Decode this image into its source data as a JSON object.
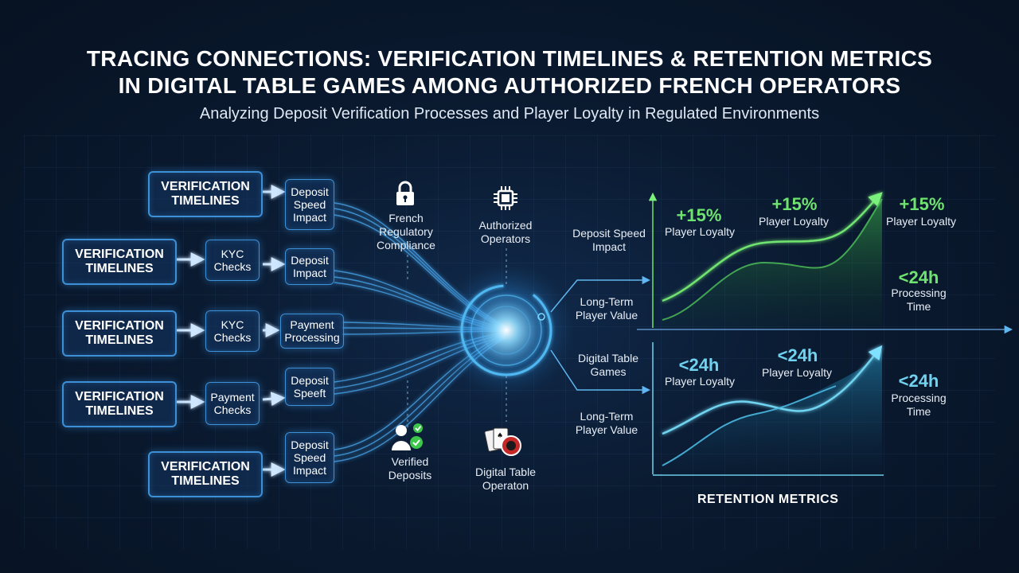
{
  "title_line1": "TRACING CONNECTIONS: VERIFICATION TIMELINES & RETENTION METRICS",
  "title_line2": "IN DIGITAL TABLE GAMES AMONG AUTHORIZED FRENCH OPERATORS",
  "subtitle": "Analyzing Deposit Verification Processes and Player Loyalty in Regulated Environments",
  "left_boxes": [
    "VERIFICATION TIMELINES",
    "VERIFICATION TIMELINES",
    "VERIFICATION TIMELINES",
    "VERIFICATION TIMELINES",
    "VERIFICATION TIMELINES"
  ],
  "mid_boxes": [
    "KYC Checks",
    "KYC Checks",
    "Payment Checks"
  ],
  "right_boxes": [
    "Deposit Speed Impact",
    "Deposit Impact",
    "Payment Processing",
    "Deposit Speeft",
    "Deposit Speed Impact"
  ],
  "hub": {
    "top_left": "French Regulatory Compliance",
    "top_right": "Authorized Operators",
    "bottom_left": "Verified Deposits",
    "bottom_right": "Digital Table Operaton"
  },
  "connector_labels": {
    "a": "Deposit Speed Impact",
    "b": "Long-Term Player Value",
    "c": "Digital Table Games",
    "d": "Long-Term Player Value"
  },
  "top_chart": {
    "ann1_value": "+15%",
    "ann1_label": "Player Loyalty",
    "ann2_value": "+15%",
    "ann2_label": "Player Loyalty",
    "ann3_value": "+15%",
    "ann3_label": "Player Loyalty",
    "side_value": "<24h",
    "side_label": "Processing Time"
  },
  "bottom_chart": {
    "ann1_value": "<24h",
    "ann1_label": "Player Loyalty",
    "ann2_value": "<24h",
    "ann2_label": "Player Loyalty",
    "side_value": "<24h",
    "side_label": "Processing Time"
  },
  "retention_title": "RETENTION METRICS",
  "colors": {
    "accent_blue": "#3d8fd6",
    "green": "#6fe36f",
    "cyan": "#6fd3f0"
  }
}
